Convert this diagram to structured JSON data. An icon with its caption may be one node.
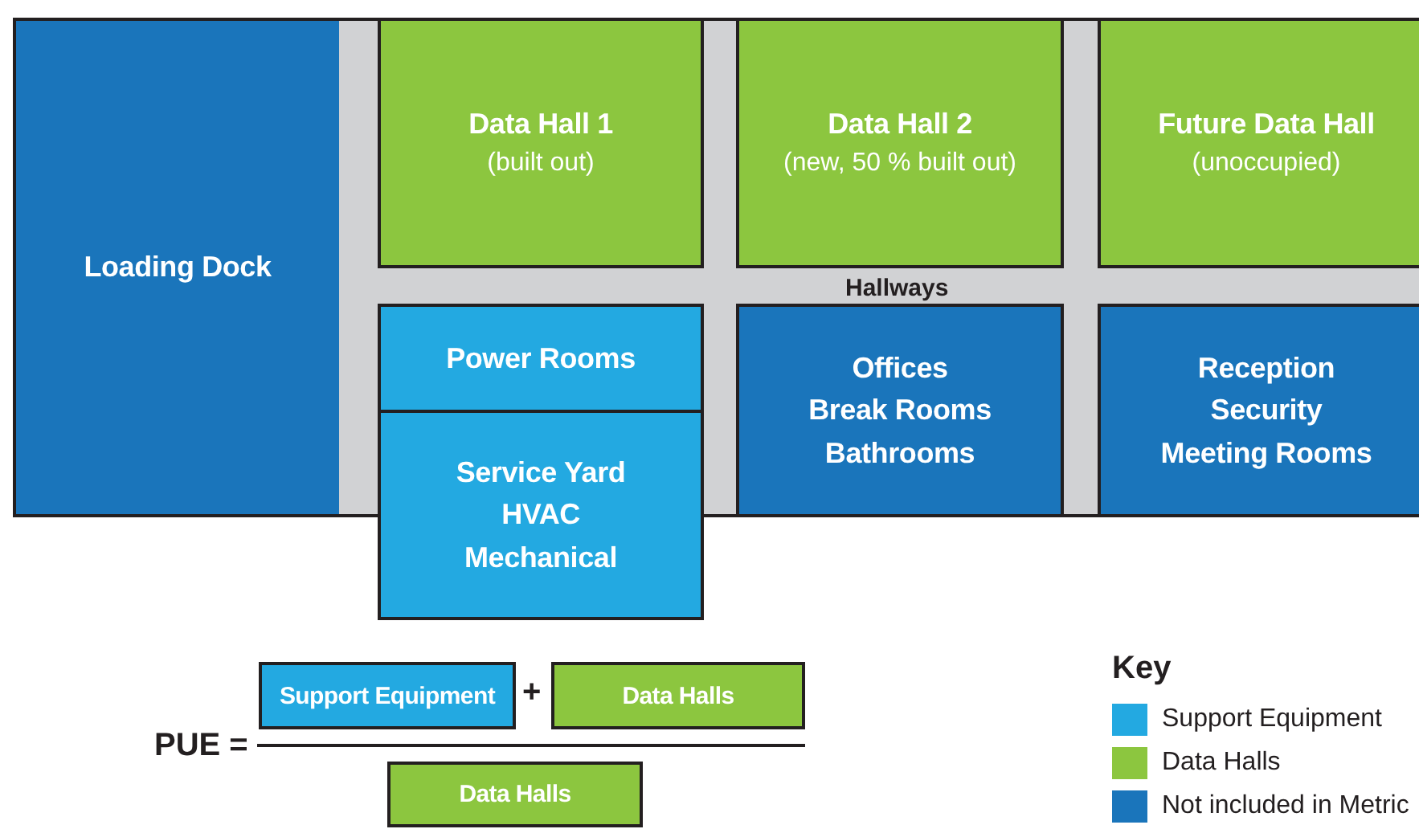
{
  "diagram": {
    "nodes": [
      {
        "text": [
          "Loading Dock"
        ]
      },
      {
        "text": [
          "Hallways"
        ]
      },
      {
        "text": [
          "Data Hall 1",
          "(built out)"
        ],
        "in": 1
      },
      {
        "text": [
          "Data Hall 2",
          "(new, 50 % built out)"
        ],
        "in": 1
      },
      {
        "text": [
          "Future Data Hall",
          "(unoccupied)"
        ],
        "in": 1
      },
      {
        "text": [
          "Power Rooms"
        ],
        "in": 1
      },
      {
        "text": [
          "Offices",
          "Break Rooms",
          "Bathrooms"
        ],
        "in": 1
      },
      {
        "text": [
          "Reception",
          "Security",
          "Meeting Rooms"
        ],
        "in": 1
      },
      {
        "text": [
          "Service Yard",
          "HVAC",
          "Mechanical"
        ]
      },
      {
        "text": [
          "Support Equipment"
        ]
      },
      {
        "text": [
          "Data Halls"
        ]
      },
      {
        "text": [
          "Data Halls"
        ]
      }
    ],
    "labels": [
      "PUE =",
      "+",
      "Key"
    ],
    "legend": [
      {
        "text": "Support Equipment",
        "color": "#23a9e1"
      },
      {
        "text": "Data Halls",
        "color": "#8cc63f"
      },
      {
        "text": "Not included in Metric",
        "color": "#1a75bb"
      }
    ]
  }
}
